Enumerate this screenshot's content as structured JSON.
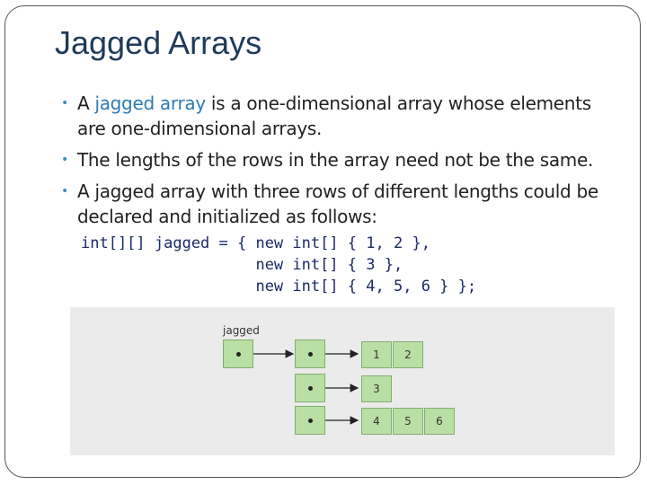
{
  "slide": {
    "title": "Jagged Arrays",
    "bullets": [
      {
        "pre": "A ",
        "highlight": "jagged array",
        "post": " is a one-dimensional array whose elements are one-dimensional arrays."
      },
      {
        "pre": "The lengths of the rows in the array need not be the same.",
        "highlight": "",
        "post": ""
      },
      {
        "pre": "A jagged array with three rows of different lengths could be declared and initialized as follows:",
        "highlight": "",
        "post": ""
      }
    ],
    "code": [
      "int[][] jagged = { new int[] { 1, 2 },",
      "                   new int[] { 3 },",
      "                   new int[] { 4, 5, 6 } };"
    ]
  },
  "figure": {
    "variable_label": "jagged",
    "rows": [
      [
        "1",
        "2"
      ],
      [
        "3"
      ],
      [
        "4",
        "5",
        "6"
      ]
    ],
    "colors": {
      "cell_fill": "#b9dfa4",
      "cell_border": "#7fb070",
      "background": "#ebebeb"
    }
  }
}
